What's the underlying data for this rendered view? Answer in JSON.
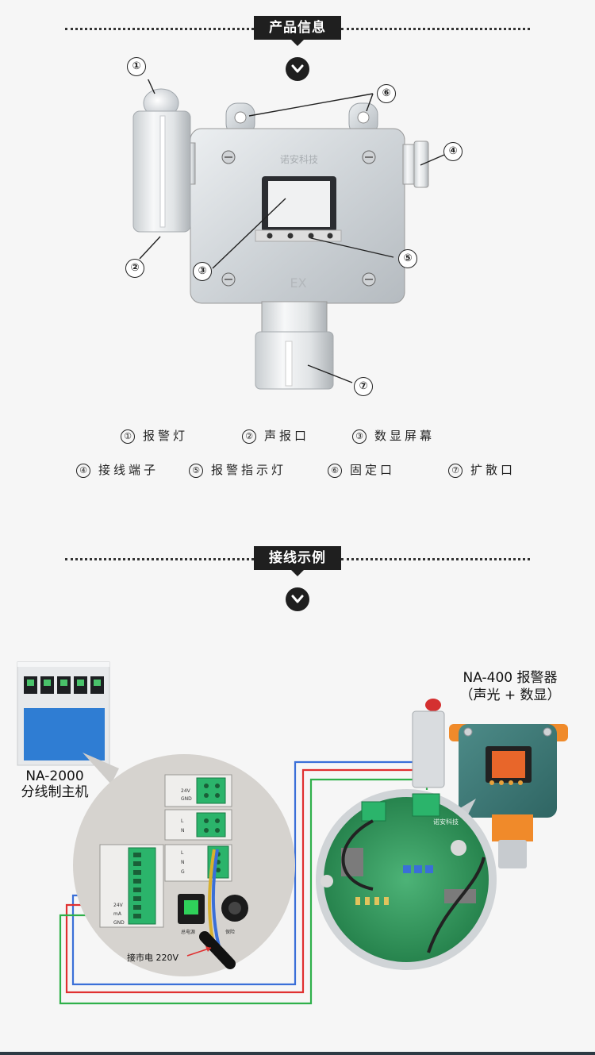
{
  "sections": {
    "product_info": "产品信息",
    "wiring_example": "接线示例"
  },
  "callouts": [
    "①",
    "②",
    "③",
    "④",
    "⑤",
    "⑥",
    "⑦"
  ],
  "device_embossed_text": "诺安科技",
  "device_ex_mark": "EX",
  "legend": [
    {
      "num": "①",
      "text": "报警灯"
    },
    {
      "num": "②",
      "text": "声报口"
    },
    {
      "num": "③",
      "text": "数显屏幕"
    },
    {
      "num": "④",
      "text": "接线端子"
    },
    {
      "num": "⑤",
      "text": "报警指示灯"
    },
    {
      "num": "⑥",
      "text": "固定口"
    },
    {
      "num": "⑦",
      "text": "扩散口"
    }
  ],
  "wiring": {
    "controller_name": "NA-2000",
    "controller_desc": "分线制主机",
    "alarm_name": "NA-400 报警器",
    "alarm_desc": "（声光 + 数显）",
    "power_label": "接市电 220V",
    "board_brand": "诺安科技",
    "terminal_labels": {
      "out_24v": "24V",
      "gnd": "GND",
      "L": "L",
      "N": "N",
      "G": "G",
      "ma": "mA",
      "total_power": "总电源",
      "fuse": "保险"
    },
    "wire_colors": {
      "blue": "#3a6fd8",
      "red": "#e03030",
      "green": "#2fb04a"
    }
  }
}
